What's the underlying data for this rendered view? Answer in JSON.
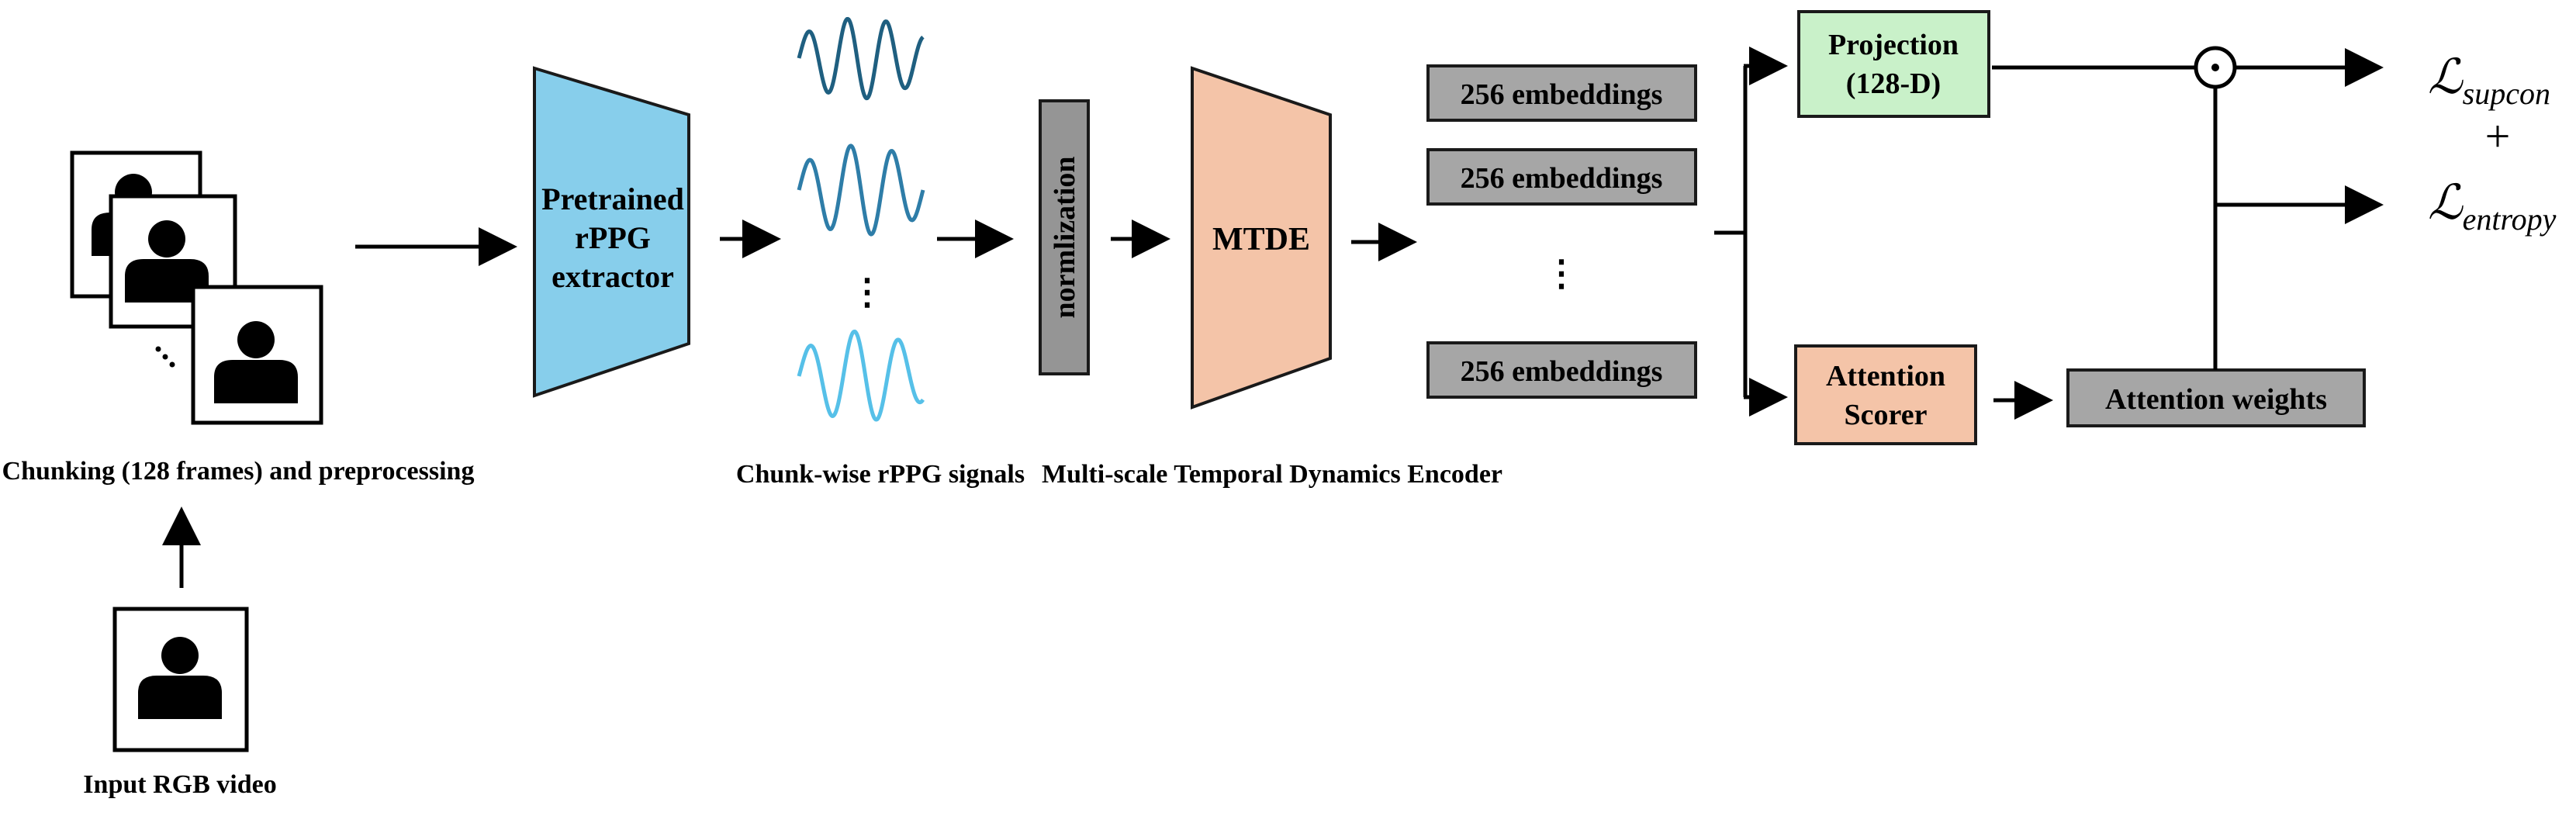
{
  "labels": {
    "chunking": "Chunking (128 frames) and preprocessing",
    "input_video": "Input RGB video",
    "extractor_line1": "Pretrained",
    "extractor_line2": "rPPG",
    "extractor_line3": "extractor",
    "signals": "Chunk-wise rPPG signals",
    "normalization": "normlization",
    "mtde": "MTDE",
    "encoder": "Multi-scale Temporal Dynamics Encoder",
    "embedding_1": "256 embeddings",
    "embedding_2": "256 embeddings",
    "embedding_n": "256 embeddings",
    "projection_line1": "Projection",
    "projection_line2": "(128-D)",
    "scorer_line1": "Attention",
    "scorer_line2": "Scorer",
    "attention_weights": "Attention weights",
    "odot": "⊙",
    "loss_supcon_symbol": "ℒ",
    "loss_supcon_sub": "supcon",
    "plus": "+",
    "loss_entropy_symbol": "ℒ",
    "loss_entropy_sub": "entropy",
    "ellipsis": "⋮"
  },
  "colors": {
    "extractor": "#87CEEB",
    "mtde": "#F4C4A8",
    "normalization": "#959595",
    "embedding": "#A6A6A6",
    "projection": "#C9F1C9",
    "scorer": "#F4C4A8",
    "attention_weights": "#A6A6A6",
    "wave_dark": "#1F5F80",
    "wave_mid": "#2E7DA8",
    "wave_light": "#56C0E8"
  },
  "icons": {
    "person": "person-icon"
  }
}
